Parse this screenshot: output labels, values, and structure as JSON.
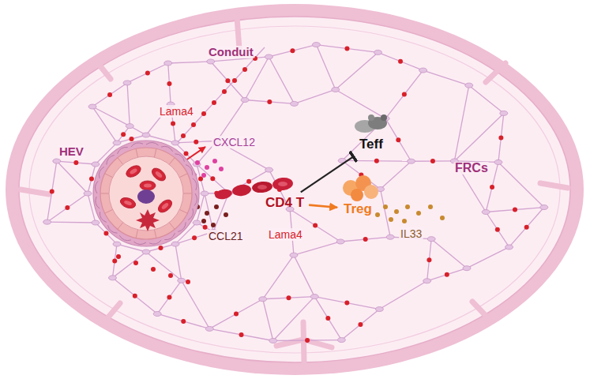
{
  "diagram": {
    "nodes": [
      {
        "text": [
          "HEV"
        ]
      },
      {
        "text": [
          "CD4 T"
        ]
      },
      {
        "text": [
          "Teff"
        ]
      },
      {
        "text": [
          "Treg"
        ]
      }
    ],
    "edges": [
      {
        "from": 1,
        "to": 2,
        "arrow": "to"
      },
      {
        "from": 1,
        "to": 3,
        "arrow": "to"
      }
    ],
    "labels": [
      "Conduit",
      "Lama4",
      "CXCL12",
      "FRCs",
      "CCL21",
      "Lama4",
      "IL33"
    ]
  }
}
